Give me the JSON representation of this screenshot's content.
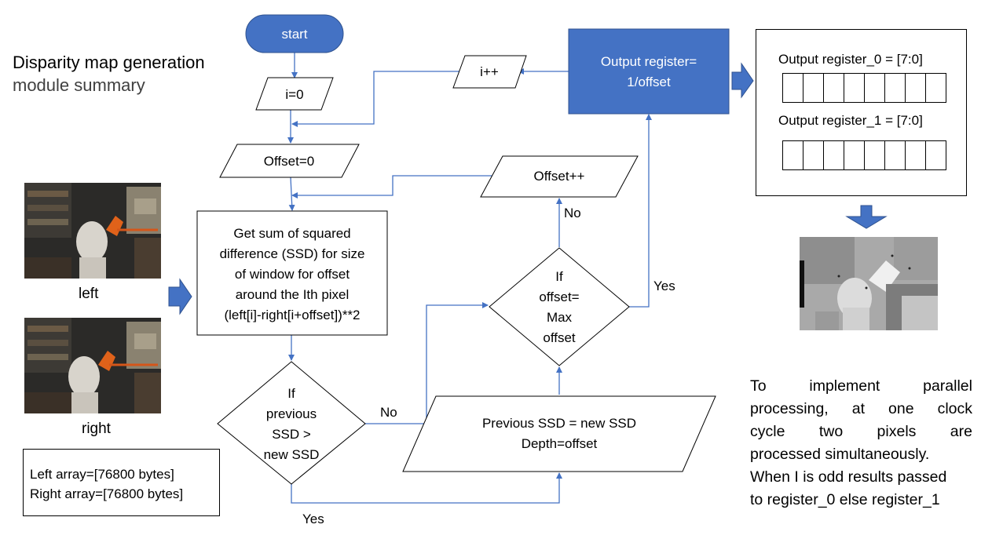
{
  "title": {
    "line1": "Disparity map generation",
    "line2": "module summary"
  },
  "images": {
    "left_caption": "left",
    "right_caption": "right"
  },
  "arrays": {
    "left": "Left array=[76800 bytes]",
    "right": "Right array=[76800 bytes]"
  },
  "flow": {
    "start": "start",
    "i_init": "i=0",
    "offset_init": "Offset=0",
    "ssd_lines": [
      "Get sum of squared",
      "difference (SSD) for size",
      "of window for offset",
      "around the Ith pixel",
      "(left[i]-right[i+offset])**2"
    ],
    "decision_prev_lines": [
      "If",
      "previous",
      "SSD >",
      "new SSD"
    ],
    "update_lines": [
      "Previous SSD = new SSD",
      "Depth=offset"
    ],
    "decision_max_lines": [
      "If",
      "offset=",
      "Max",
      "offset"
    ],
    "offset_inc": "Offset++",
    "i_inc": "i++",
    "output_lines": [
      "Output register=",
      "1/offset"
    ],
    "labels": {
      "no1": "No",
      "yes1": "Yes",
      "no2": "No",
      "yes2": "Yes"
    }
  },
  "registers": {
    "reg0": "Output register_0 = [7:0]",
    "reg1": "Output register_1 = [7:0]",
    "bit_count": 8
  },
  "note": {
    "lines": [
      "To implement parallel",
      "processing, at one clock",
      "cycle two pixels are",
      "processed simultaneously.",
      "When I is odd results passed",
      "to register_0 else register_1"
    ]
  },
  "colors": {
    "accent": "#4472C4",
    "accent_dark": "#2F528F",
    "text": "#000000"
  }
}
